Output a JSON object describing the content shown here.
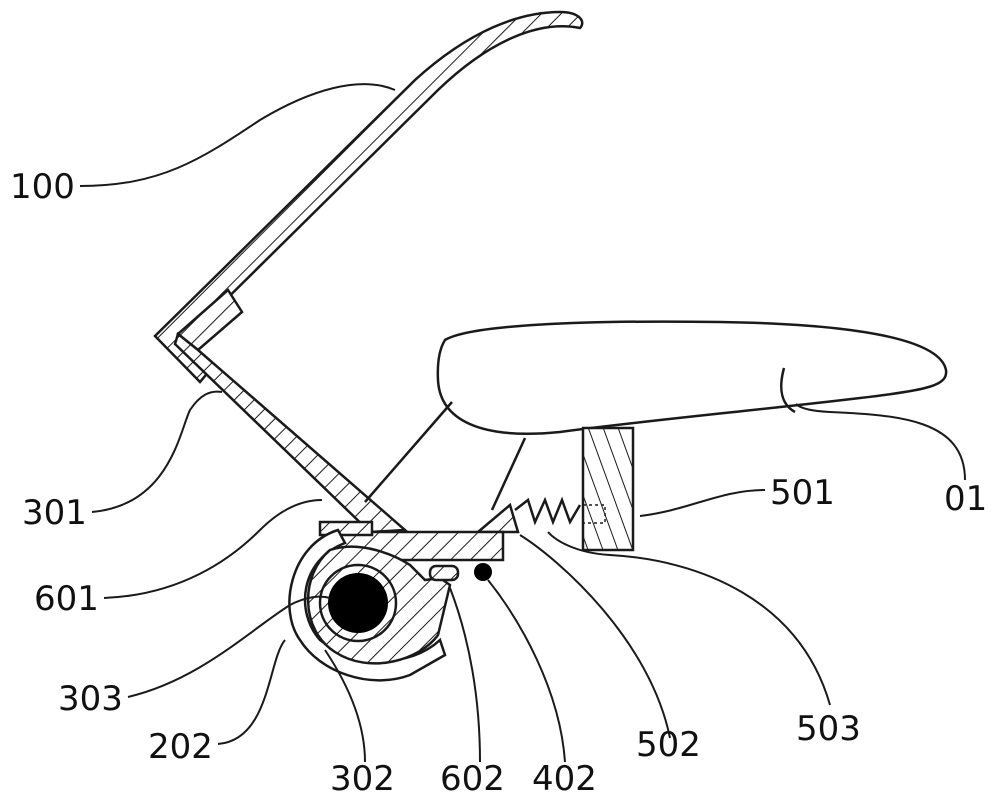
{
  "labels": {
    "l100": "100",
    "l301": "301",
    "l601": "601",
    "l303": "303",
    "l202": "202",
    "l302": "302",
    "l602": "602",
    "l402": "402",
    "l502": "502",
    "l503": "503",
    "l501": "501",
    "l01": "01"
  }
}
